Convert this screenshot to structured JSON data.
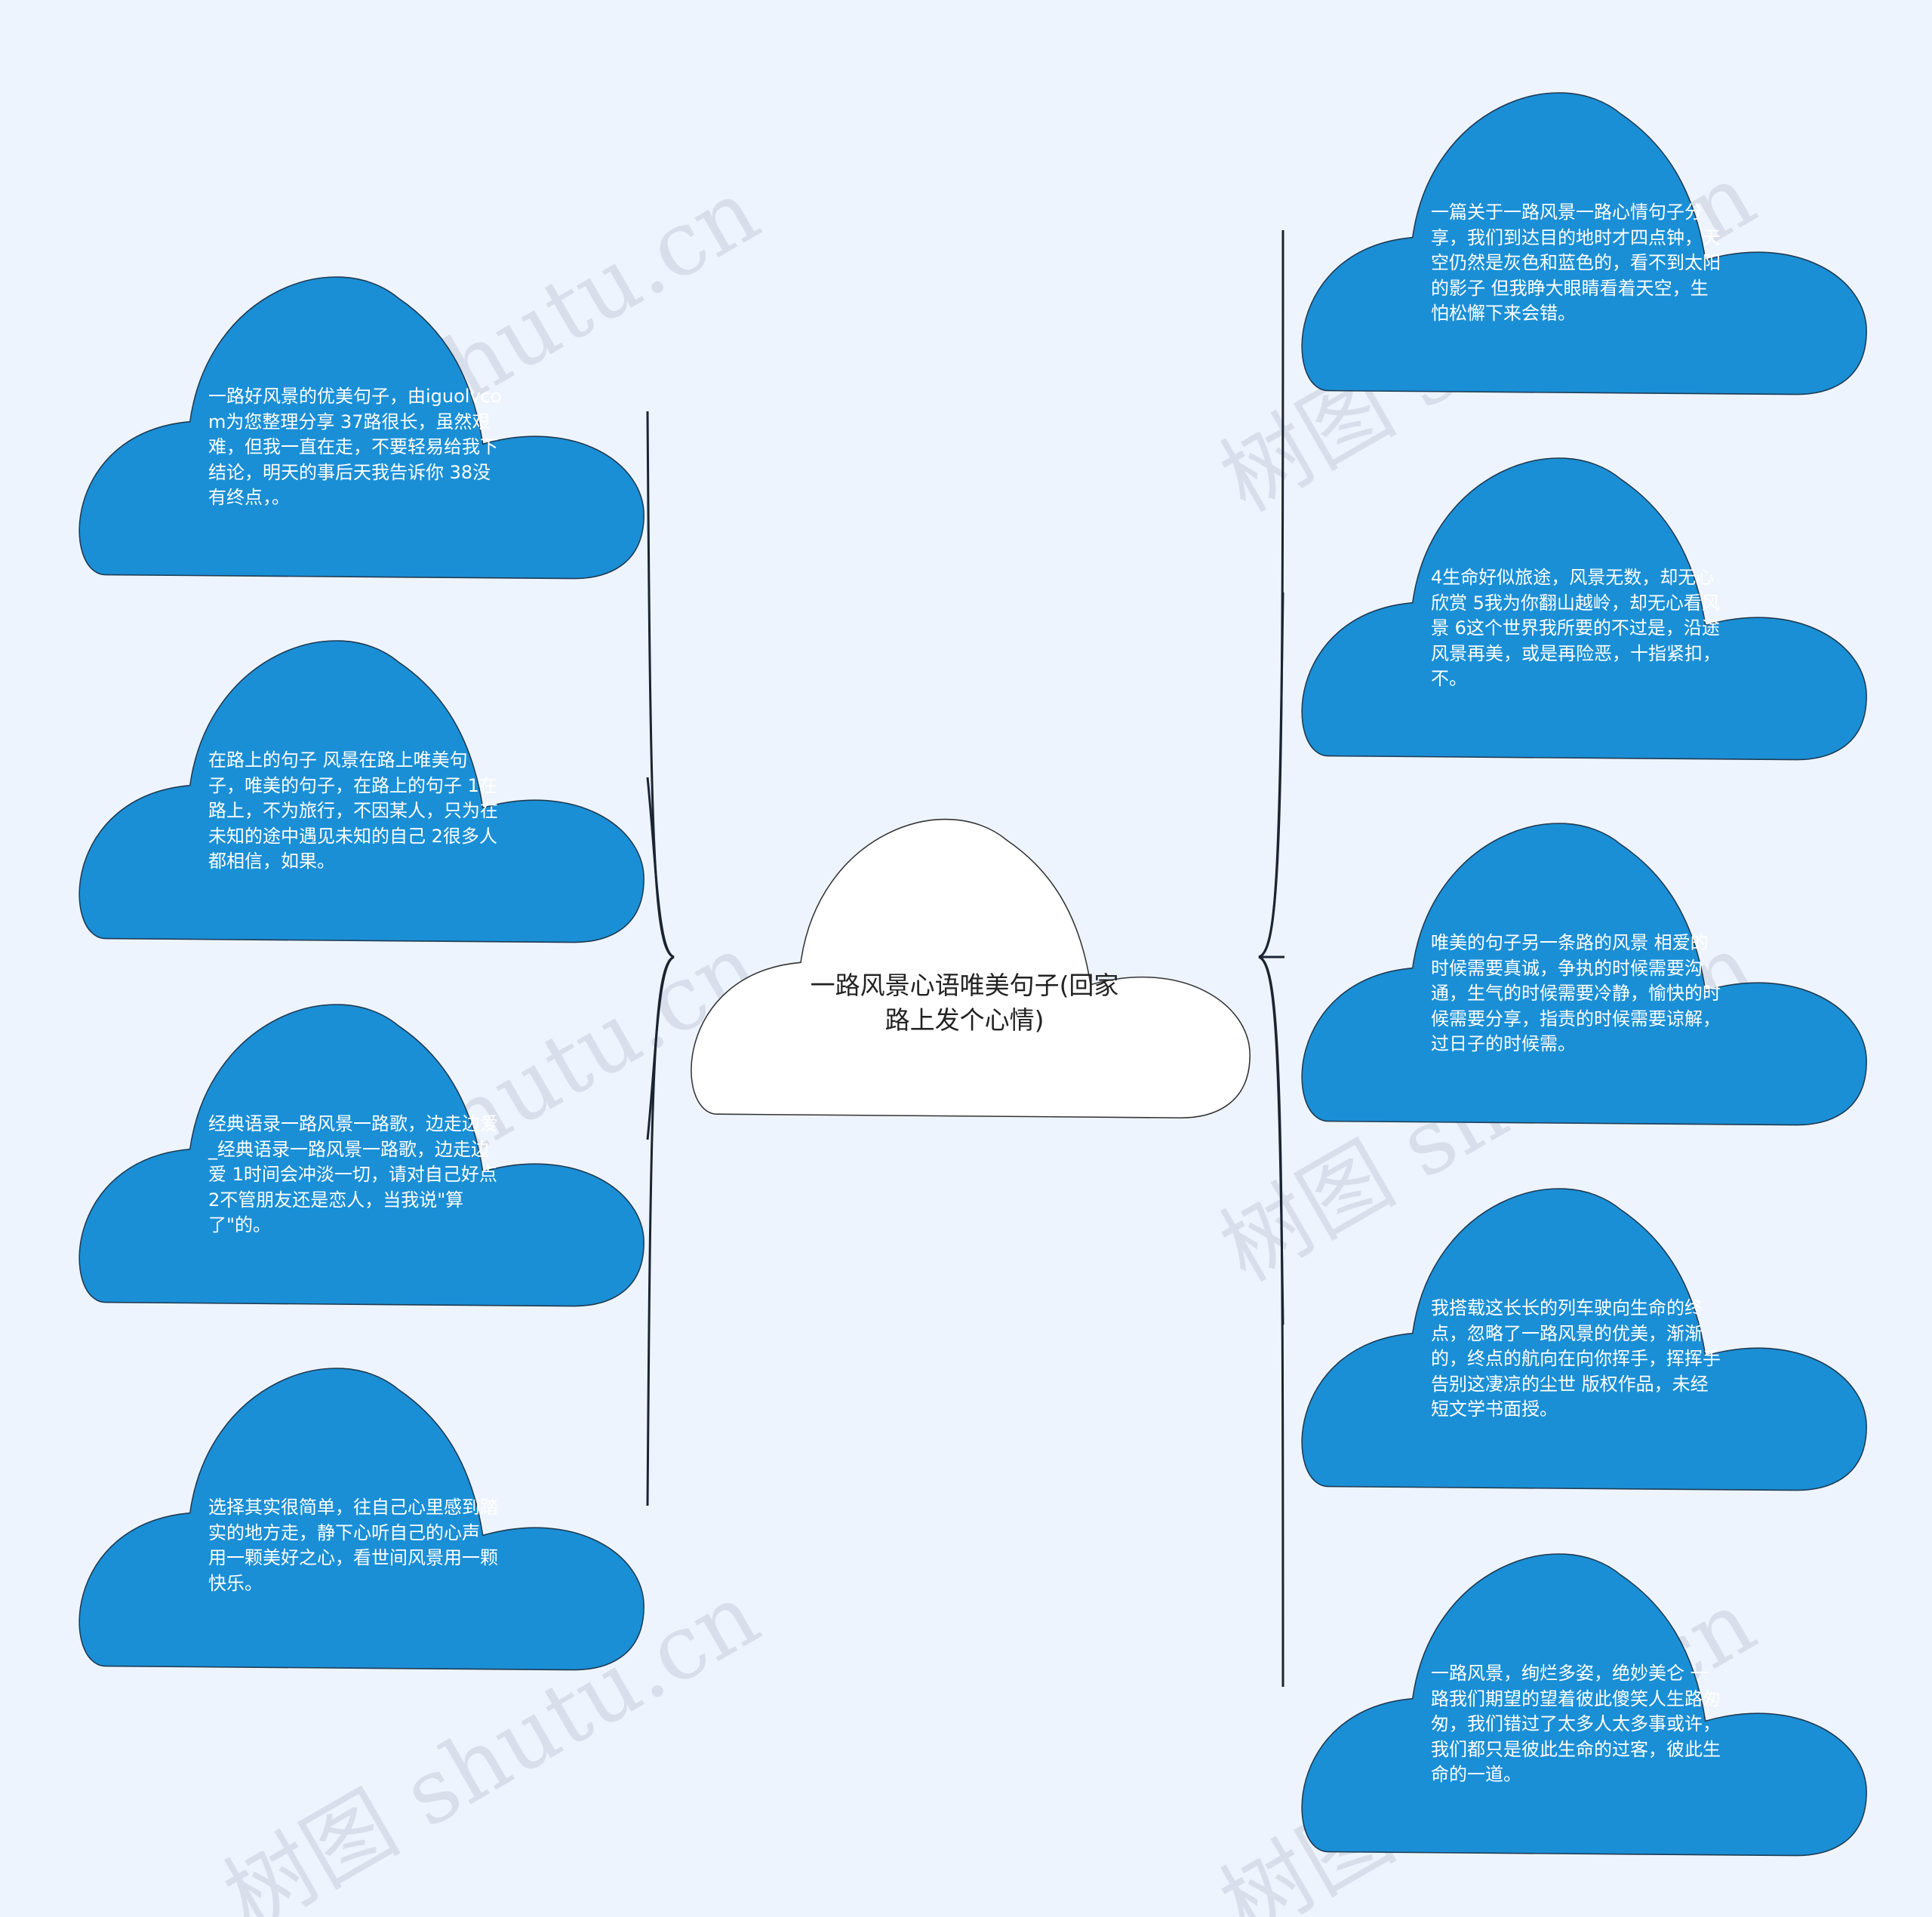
{
  "center": {
    "title": "一路风景心语唯美句子(回家路上发个心情)"
  },
  "left_nodes": [
    {
      "text": "一路好风景的优美句子，由iguolvcom为您整理分享 37路很长，虽然艰难，但我一直在走，不要轻易给我下结论，明天的事后天我告诉你 38没有终点，。"
    },
    {
      "text": "在路上的句子 风景在路上唯美句子，唯美的句子，在路上的句子 1在路上，不为旅行，不因某人，只为在未知的途中遇见未知的自己 2很多人都相信，如果。"
    },
    {
      "text": "经典语录一路风景一路歌，边走边爱_经典语录一路风景一路歌，边走边爱 1时间会冲淡一切，请对自己好点 2不管朋友还是恋人，当我说\"算了\"的。"
    },
    {
      "text": "选择其实很简单，往自己心里感到踏实的地方走，静下心听自己的心声 用一颗美好之心，看世间风景用一颗快乐。"
    }
  ],
  "right_nodes": [
    {
      "text": "一篇关于一路风景一路心情句子分享，我们到达目的地时才四点钟，天空仍然是灰色和蓝色的，看不到太阳的影子 但我睁大眼睛看着天空，生怕松懈下来会错。"
    },
    {
      "text": "4生命好似旅途，风景无数，却无心欣赏 5我为你翻山越岭，却无心看风景 6这个世界我所要的不过是，沿途风景再美，或是再险恶，十指紧扣，不。"
    },
    {
      "text": "唯美的句子另一条路的风景 相爱的时候需要真诚，争执的时候需要沟通，生气的时候需要冷静，愉快的时候需要分享，指责的时候需要谅解，过日子的时候需。"
    },
    {
      "text": "我搭载这长长的列车驶向生命的终点，忽略了一路风景的优美，渐渐的，终点的航向在向你挥手，挥挥手告别这凄凉的尘世 版权作品，未经短文学书面授。"
    },
    {
      "text": "一路风景，绚烂多姿，绝妙美仑 一路我们期望的望着彼此傻笑人生路匆匆，我们错过了太多人太多事或许，我们都只是彼此生命的过客，彼此生命的一道。"
    }
  ],
  "watermark": {
    "text": "树图 shutu.cn"
  },
  "colors": {
    "background": "#eef4fe",
    "node_fill": "#1a8fd6",
    "node_stroke": "#1f3b52",
    "center_fill": "#ffffff",
    "connector": "#1a2433"
  }
}
